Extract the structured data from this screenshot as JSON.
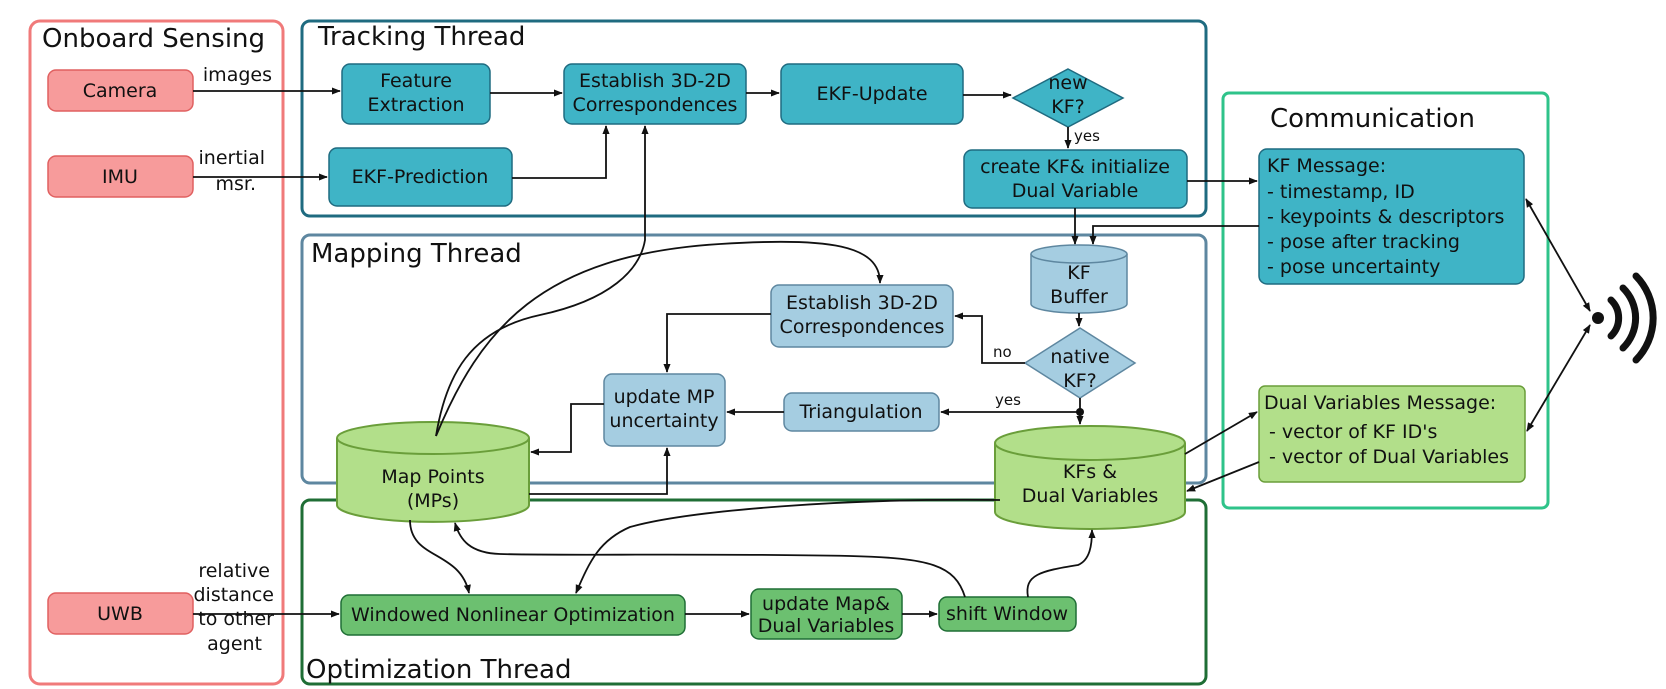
{
  "panels": {
    "sensing": "Onboard Sensing",
    "tracking": "Tracking Thread",
    "mapping": "Mapping Thread",
    "optimization": "Optimization Thread",
    "communication": "Communication"
  },
  "sensors": {
    "camera": "Camera",
    "imu": "IMU",
    "uwb": "UWB"
  },
  "edge_labels": {
    "images": "images",
    "inertial": [
      "inertial",
      "msr."
    ],
    "uwb": [
      "relative",
      "distance",
      "to other",
      "agent"
    ],
    "yes_new_kf": "yes",
    "no_native": "no",
    "yes_native": "yes"
  },
  "tracking": {
    "feature_extraction": [
      "Feature",
      "Extraction"
    ],
    "establish": [
      "Establish 3D-2D",
      "Correspondences"
    ],
    "ekf_update": "EKF-Update",
    "new_kf": [
      "new",
      "KF?"
    ],
    "ekf_prediction": "EKF-Prediction",
    "create_kf": [
      "create KF& initialize",
      "Dual Variable"
    ]
  },
  "mapping": {
    "kf_buffer": [
      "KF",
      "Buffer"
    ],
    "establish": [
      "Establish 3D-2D",
      "Correspondences"
    ],
    "native_kf": [
      "native",
      "KF?"
    ],
    "update_mp": [
      "update  MP",
      "uncertainty"
    ],
    "triangulation": "Triangulation",
    "map_points": [
      "Map Points",
      "(MPs)"
    ],
    "kfs": [
      "KFs &",
      "Dual Variables"
    ]
  },
  "optimization": {
    "windowed": "Windowed Nonlinear Optimization",
    "update_map": [
      "update Map&",
      "Dual Variables"
    ],
    "shift": "shift Window"
  },
  "communication": {
    "kf_message": {
      "title": "KF Message:",
      "items": [
        "- timestamp, ID",
        "- keypoints & descriptors",
        "- pose after tracking",
        "- pose uncertainty"
      ]
    },
    "dual_message": {
      "title": "Dual Variables Message:",
      "items": [
        "- vector of KF ID's",
        "- vector of Dual Variables"
      ]
    }
  },
  "icons": {
    "wireless": "wireless-signal-icon"
  },
  "colors": {
    "sensing_border": "#f07a7a",
    "sensor_fill": "#f79b9b",
    "tracking_border": "#1f6b80",
    "tracking_fill": "#3fb4c6",
    "mapping_border": "#5e87a0",
    "mapping_fill": "#a5cde1",
    "optimization_border": "#1f6e35",
    "optimization_fill": "#6cc070",
    "green_light": "#b2df8a",
    "communication_border": "#2fc38a"
  }
}
